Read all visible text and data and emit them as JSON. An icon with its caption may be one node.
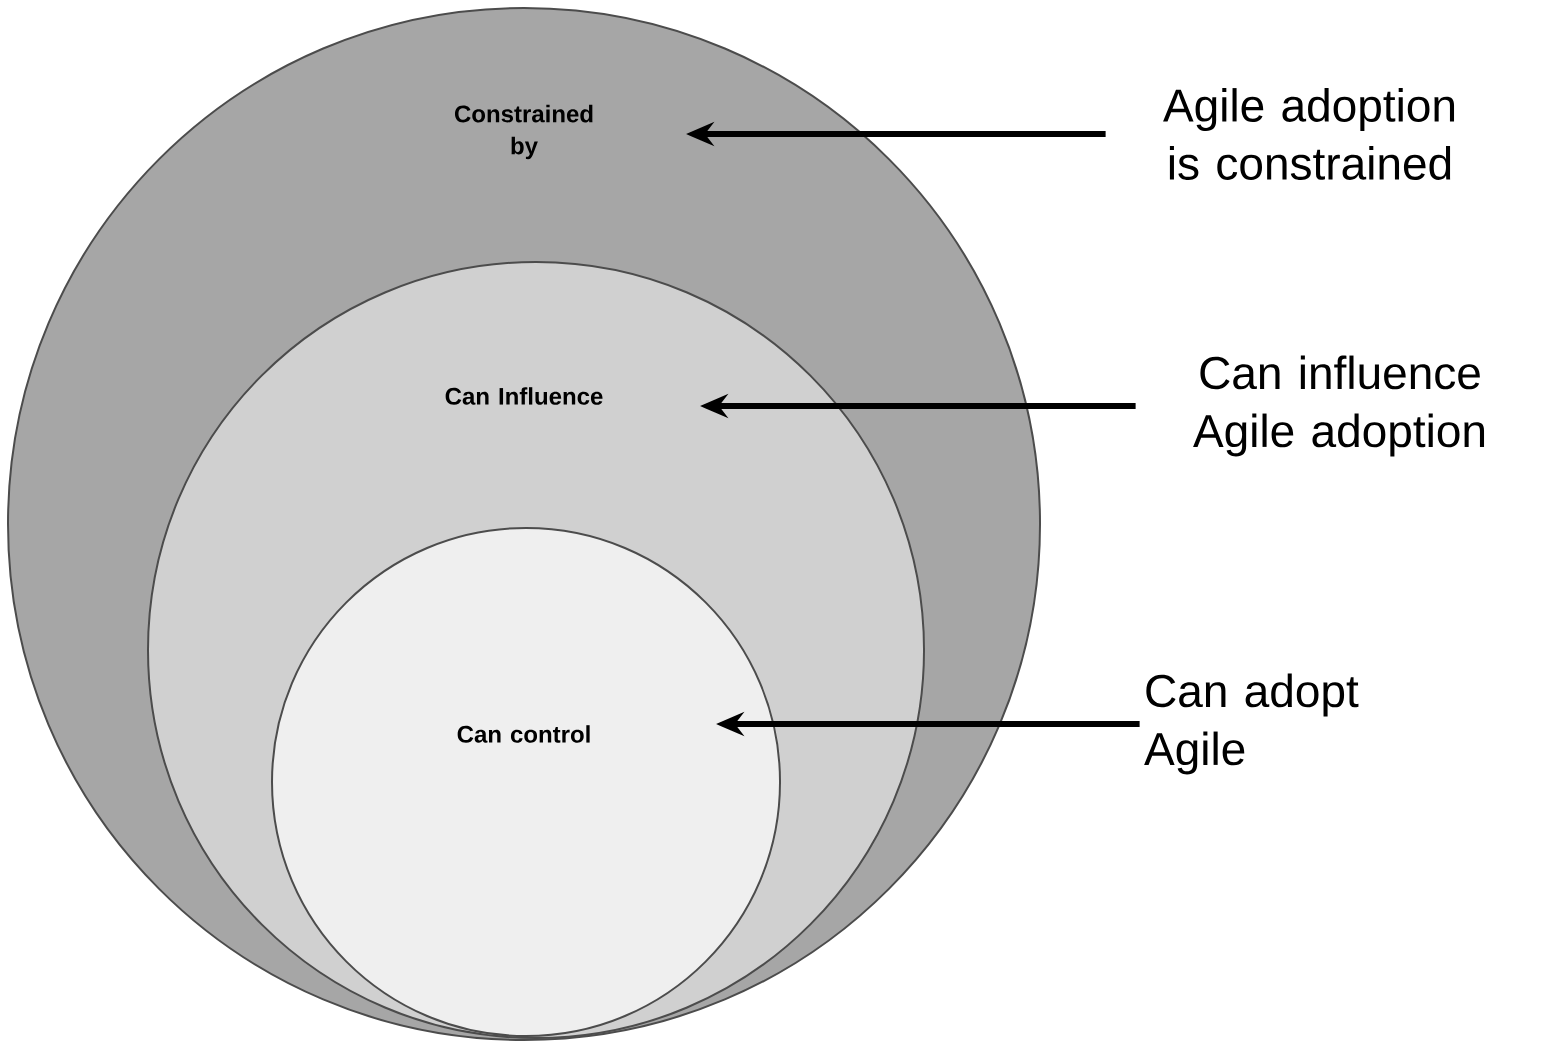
{
  "diagram": {
    "nodes": [
      {
        "text": [
          "Constrained by"
        ]
      },
      {
        "text": [
          "Can Influence"
        ],
        "in": 0
      },
      {
        "text": [
          "Can control"
        ],
        "in": 1
      },
      {
        "text": [
          "Agile adoption is constrained"
        ]
      },
      {
        "text": [
          "Can influence Agile adoption"
        ]
      },
      {
        "text": [
          "Can adopt Agile"
        ]
      }
    ],
    "edges": [
      {
        "from": 3,
        "to": 0,
        "arrow": "to"
      },
      {
        "from": 4,
        "to": 1,
        "arrow": "to"
      },
      {
        "from": 5,
        "to": 2,
        "arrow": "to"
      }
    ]
  }
}
